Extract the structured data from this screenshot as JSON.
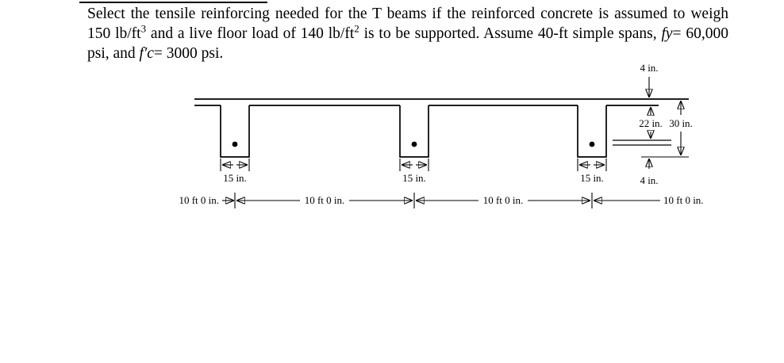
{
  "colors": {
    "ink": "#000000",
    "paper": "#ffffff"
  },
  "problem": {
    "parts": [
      "Select the tensile reinforcing needed for the T beams if the reinforced concrete is assumed to weigh 150 lb/ft",
      "3",
      " and a live floor load of 140 lb/ft",
      "2",
      " is to be supported. Assume 40-ft simple spans, ",
      "fy",
      "= 60,000 psi, and ",
      "f′c",
      "= 3000 psi."
    ]
  },
  "diagram": {
    "labels": {
      "slab_thickness": "4 in.",
      "dim_22": "22 in.",
      "dim_30": "30 in.",
      "dim_4_bottom": "4 in.",
      "stem_width": "15 in.",
      "spacing": "10 ft 0 in."
    }
  }
}
